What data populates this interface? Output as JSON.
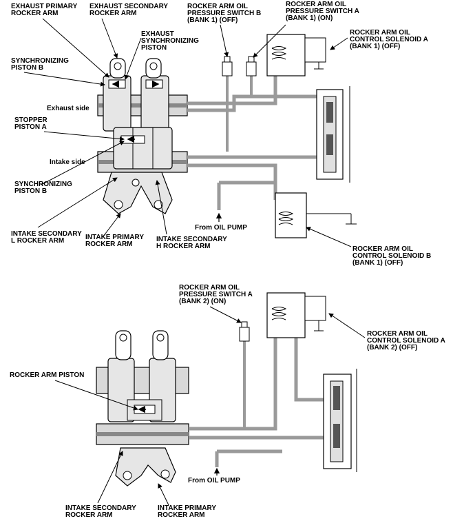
{
  "top": {
    "labels": {
      "exhaust_primary": "EXHAUST PRIMARY\nROCKER ARM",
      "exhaust_secondary": "EXHAUST SECONDARY\nROCKER ARM",
      "exhaust_sync_piston": "EXHAUST\nSYNCHRONIZING\nPISTON",
      "sync_piston_b_top": "SYNCHRONIZING\nPISTON B",
      "exhaust_side": "Exhaust side",
      "stopper_piston_a": "STOPPER\nPISTON A",
      "intake_side": "Intake side",
      "sync_piston_b_bottom": "SYNCHRONIZING\nPISTON B",
      "intake_secondary_l": "INTAKE SECONDARY\nL ROCKER ARM",
      "intake_primary": "INTAKE PRIMARY\nROCKER ARM",
      "intake_secondary_h": "INTAKE SECONDARY\nH ROCKER ARM",
      "from_oil_pump": "From OIL PUMP",
      "pressure_switch_b": "ROCKER ARM OIL\nPRESSURE SWITCH B\n(BANK 1) (OFF)",
      "pressure_switch_a": "ROCKER ARM OIL\nPRESSURE SWITCH A\n(BANK 1) (ON)",
      "solenoid_a": "ROCKER ARM OIL\nCONTROL SOLENOID A\n(BANK 1) (OFF)",
      "solenoid_b": "ROCKER ARM OIL\nCONTROL SOLENOID B\n(BANK 1) (OFF)"
    }
  },
  "bottom": {
    "labels": {
      "pressure_switch_a": "ROCKER ARM OIL\nPRESSURE SWITCH A\n(BANK 2) (ON)",
      "solenoid_a": "ROCKER ARM OIL\nCONTROL SOLENOID A\n(BANK 2) (OFF)",
      "rocker_arm_piston": "ROCKER ARM PISTON",
      "from_oil_pump": "From OIL PUMP",
      "intake_secondary": "INTAKE SECONDARY\nROCKER ARM",
      "intake_primary": "INTAKE PRIMARY\nROCKER ARM"
    }
  },
  "colors": {
    "line": "#000000",
    "oil": "#bfbfbf",
    "part": "#d9d9d9",
    "dark": "#555555"
  }
}
